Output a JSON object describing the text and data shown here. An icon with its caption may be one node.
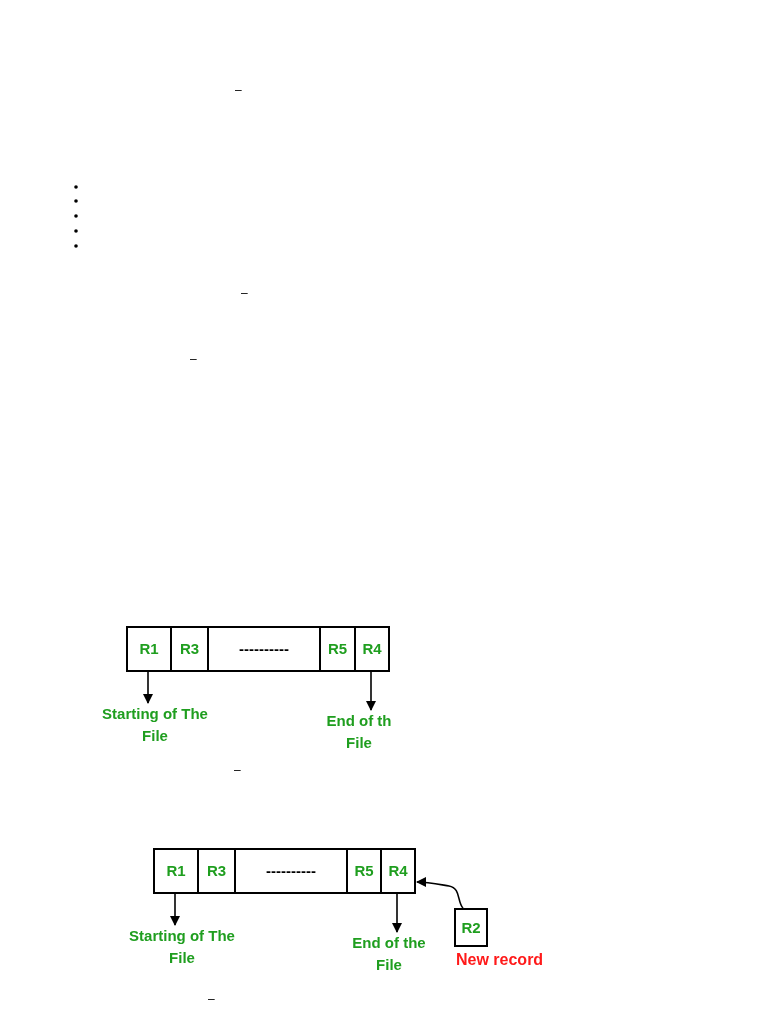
{
  "diagram": {
    "nodes": [
      {
        "text": [
          "R1"
        ]
      },
      {
        "text": [
          "R3"
        ]
      },
      {
        "text": [
          "----------"
        ]
      },
      {
        "text": [
          "R5"
        ]
      },
      {
        "text": [
          "R4"
        ]
      },
      {
        "text": [
          "Starting of The File"
        ]
      },
      {
        "text": [
          "End of th File"
        ]
      },
      {
        "text": [
          "R1"
        ]
      },
      {
        "text": [
          "R3"
        ]
      },
      {
        "text": [
          "----------"
        ]
      },
      {
        "text": [
          "R5"
        ]
      },
      {
        "text": [
          "R4"
        ]
      },
      {
        "text": [
          "Starting of The File"
        ]
      },
      {
        "text": [
          "End of the File"
        ]
      },
      {
        "text": [
          "R2"
        ],
        "beside": [
          "New record"
        ]
      }
    ],
    "edges": [
      {
        "from": 0,
        "to": 5,
        "arrow": "to"
      },
      {
        "from": 4,
        "to": 6,
        "arrow": "to"
      },
      {
        "from": 7,
        "to": 12,
        "arrow": "to"
      },
      {
        "from": 11,
        "to": 13,
        "arrow": "to"
      },
      {
        "from": 14,
        "to": 11,
        "arrow": "to"
      }
    ],
    "labels": [
      "–",
      "–",
      "–",
      "–",
      "–"
    ]
  }
}
